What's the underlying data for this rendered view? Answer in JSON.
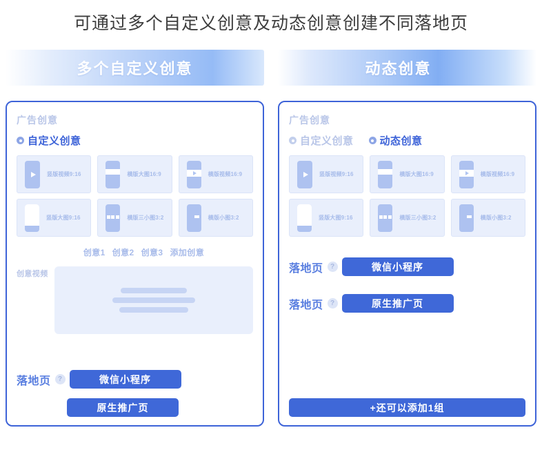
{
  "page_title": "可通过多个自定义创意及动态创意创建不同落地页",
  "banners": [
    {
      "label": "多个自定义创意"
    },
    {
      "label": "动态创意"
    }
  ],
  "thumbnails": [
    {
      "label": "竖版视频9:16",
      "glyph": "vertical-video-icon"
    },
    {
      "label": "横版大图16:9",
      "glyph": "horizontal-big-image-icon"
    },
    {
      "label": "横版视频16:9",
      "glyph": "horizontal-video-icon"
    },
    {
      "label": "竖版大图9:16",
      "glyph": "vertical-big-image-icon"
    },
    {
      "label": "横版三小图3:2",
      "glyph": "three-small-images-icon"
    },
    {
      "label": "横版小图3:2",
      "glyph": "small-image-icon"
    }
  ],
  "left_card": {
    "heading": "广告创意",
    "radios": [
      {
        "label": "自定义创意",
        "selected": true
      }
    ],
    "creative_tabs": [
      "创意1",
      "创意2",
      "创意3",
      "添加创意"
    ],
    "video_label": "创意视频",
    "landing": {
      "label": "落地页",
      "help": "?",
      "buttons": [
        "微信小程序",
        "原生推广页"
      ]
    }
  },
  "right_card": {
    "heading": "广告创意",
    "radios": [
      {
        "label": "自定义创意",
        "selected": false
      },
      {
        "label": "动态创意",
        "selected": true
      }
    ],
    "landing_rows": [
      {
        "label": "落地页",
        "help": "?",
        "button": "微信小程序"
      },
      {
        "label": "落地页",
        "help": "?",
        "button": "原生推广页"
      }
    ],
    "add_group_button": "+还可以添加1组"
  },
  "colors": {
    "accent_blue": "#3f68d8",
    "card_border": "#3d63d8",
    "tile_bg": "#e9effc",
    "muted_blue": "#b9c6e8",
    "glyph_blue": "#aec2f0",
    "title_gray": "#3d3d3d"
  }
}
